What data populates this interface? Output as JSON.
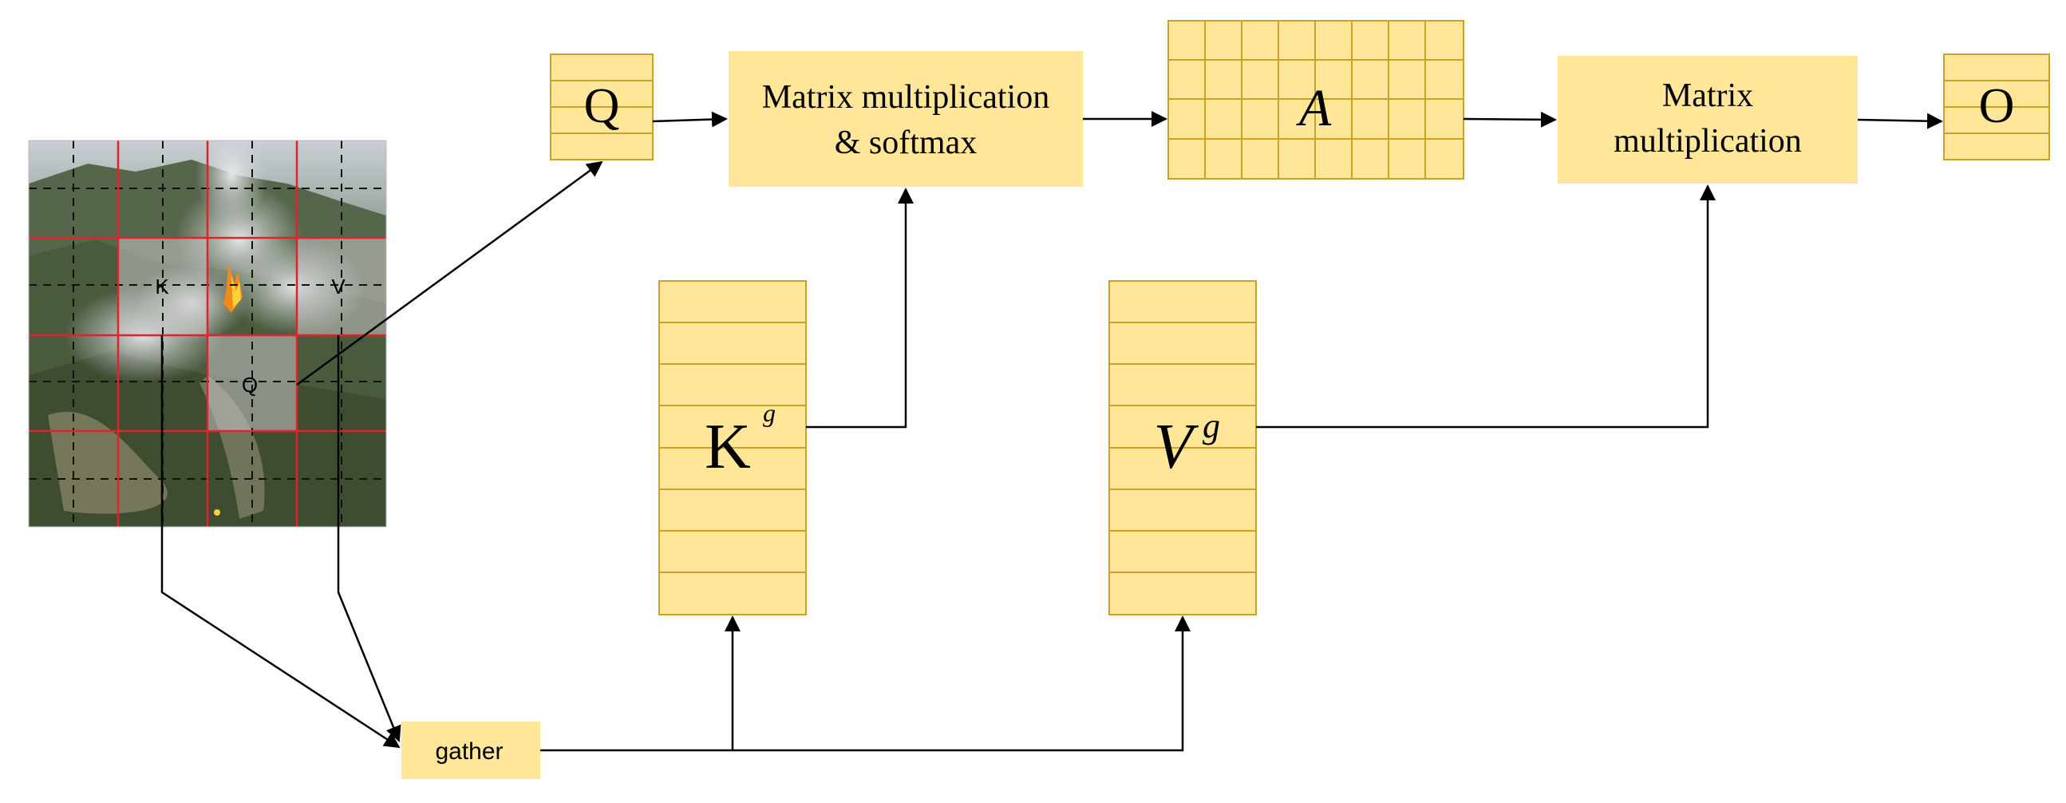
{
  "photo": {
    "patch_labels": {
      "k": "K",
      "v": "V",
      "q": "Q"
    }
  },
  "blocks": {
    "q": {
      "label": "Q"
    },
    "matmul_softmax": {
      "line1": "Matrix multiplication",
      "line2": "& softmax"
    },
    "a": {
      "label": "A"
    },
    "matmul": {
      "line1": "Matrix",
      "line2": "multiplication"
    },
    "o": {
      "label": "O"
    },
    "kg": {
      "base": "K",
      "sup": "g"
    },
    "vg": {
      "base": "V",
      "sup": "g"
    },
    "gather": {
      "label": "gather"
    }
  },
  "colors": {
    "block_fill": "#ffe699",
    "block_grid": "#c9a227",
    "region_grid": "#e8202a",
    "arrow": "#000000"
  }
}
